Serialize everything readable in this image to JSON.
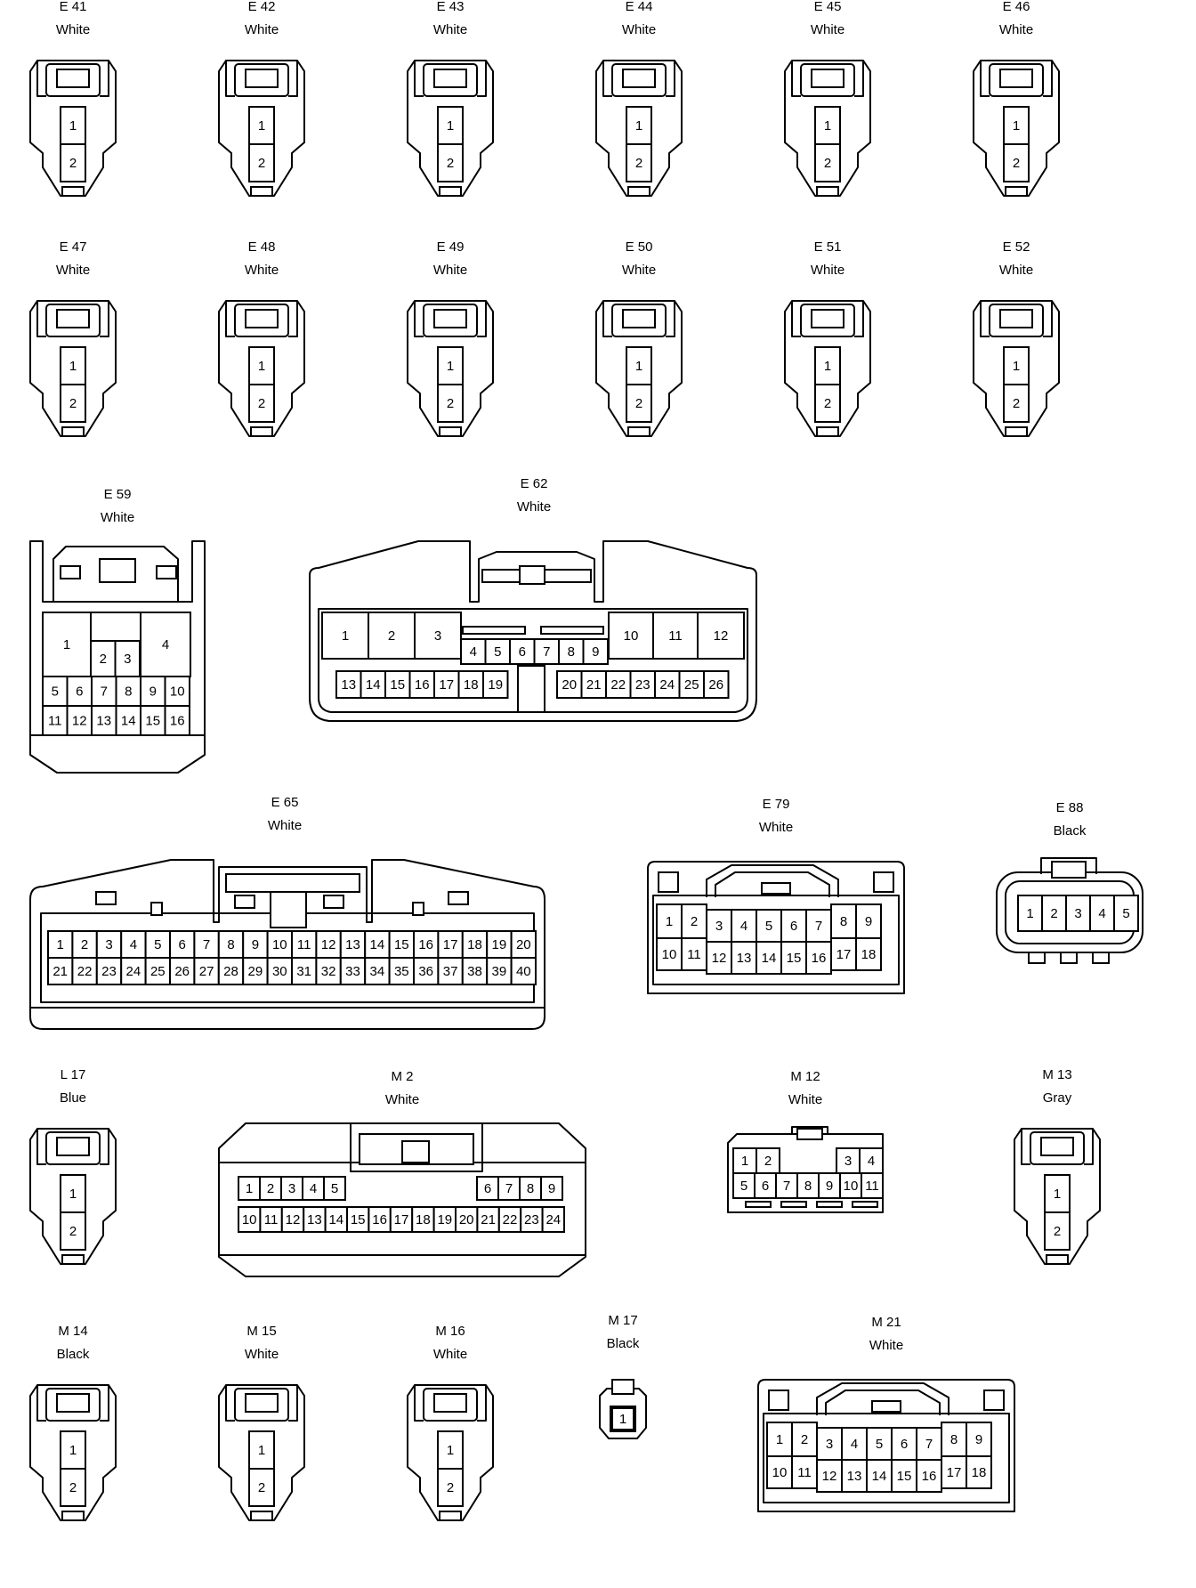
{
  "connectors": [
    {
      "id": "E 41",
      "color": "White",
      "kind": "p2"
    },
    {
      "id": "E 42",
      "color": "White",
      "kind": "p2"
    },
    {
      "id": "E 43",
      "color": "White",
      "kind": "p2"
    },
    {
      "id": "E 44",
      "color": "White",
      "kind": "p2"
    },
    {
      "id": "E 45",
      "color": "White",
      "kind": "p2"
    },
    {
      "id": "E 46",
      "color": "White",
      "kind": "p2"
    },
    {
      "id": "E 47",
      "color": "White",
      "kind": "p2"
    },
    {
      "id": "E 48",
      "color": "White",
      "kind": "p2"
    },
    {
      "id": "E 49",
      "color": "White",
      "kind": "p2"
    },
    {
      "id": "E 50",
      "color": "White",
      "kind": "p2"
    },
    {
      "id": "E 51",
      "color": "White",
      "kind": "p2"
    },
    {
      "id": "E 52",
      "color": "White",
      "kind": "p2"
    },
    {
      "id": "E 59",
      "color": "White",
      "kind": "e59"
    },
    {
      "id": "E 62",
      "color": "White",
      "kind": "e62"
    },
    {
      "id": "E 65",
      "color": "White",
      "kind": "e65"
    },
    {
      "id": "E 79",
      "color": "White",
      "kind": "p18"
    },
    {
      "id": "E 88",
      "color": "Black",
      "kind": "e88"
    },
    {
      "id": "L 17",
      "color": "Blue",
      "kind": "p2"
    },
    {
      "id": "M 2",
      "color": "White",
      "kind": "m2"
    },
    {
      "id": "M 12",
      "color": "White",
      "kind": "m12"
    },
    {
      "id": "M 13",
      "color": "Gray",
      "kind": "p2"
    },
    {
      "id": "M 14",
      "color": "Black",
      "kind": "p2"
    },
    {
      "id": "M 15",
      "color": "White",
      "kind": "p2"
    },
    {
      "id": "M 16",
      "color": "White",
      "kind": "p2"
    },
    {
      "id": "M 17",
      "color": "Black",
      "kind": "m17"
    },
    {
      "id": "M 21",
      "color": "White",
      "kind": "p18"
    }
  ]
}
